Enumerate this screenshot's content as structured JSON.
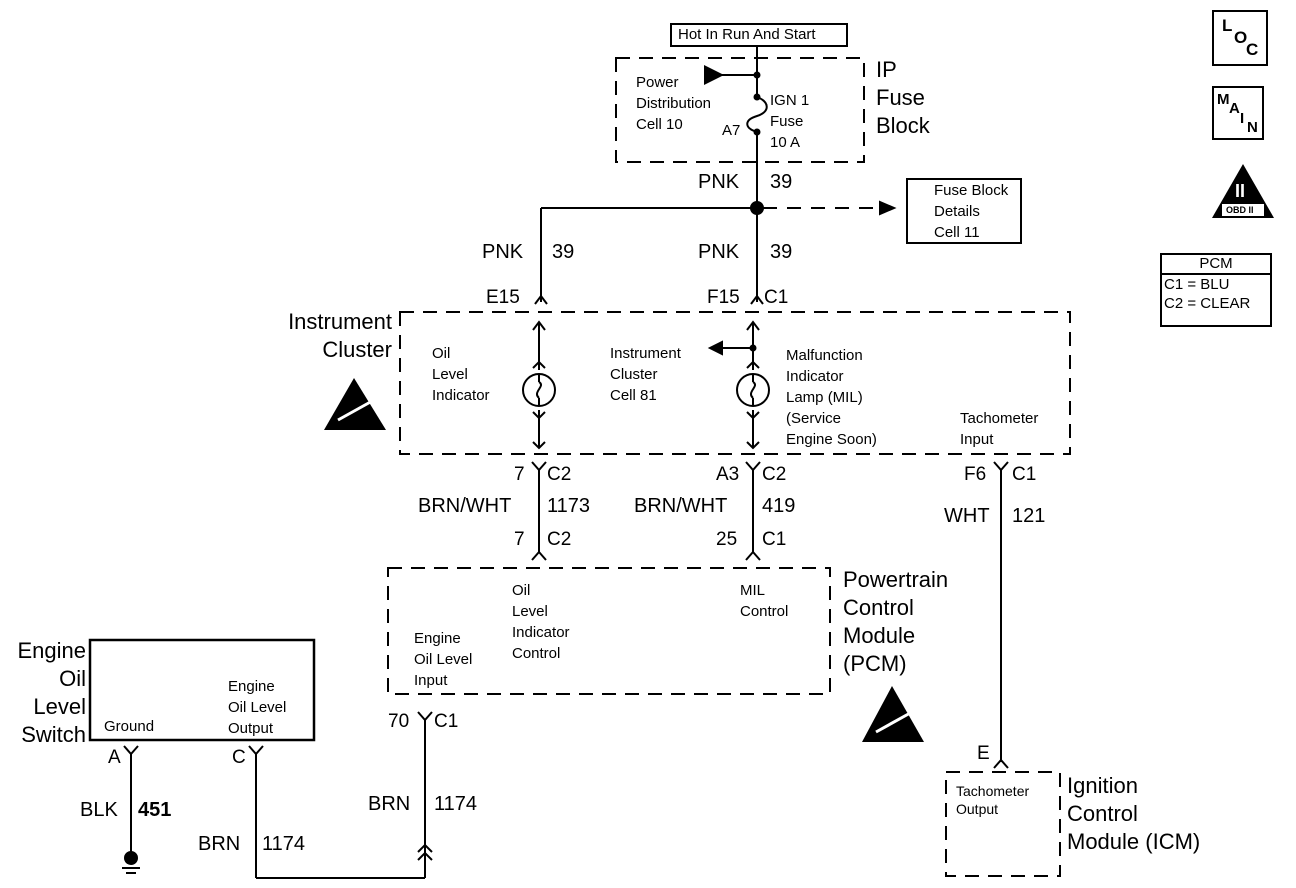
{
  "diagram": {
    "type": "wiring-schematic",
    "power_source": "Hot In Run And Start",
    "ip_fuse_block": {
      "label": [
        "IP",
        "Fuse",
        "Block"
      ],
      "power_distribution": [
        "Power",
        "Distribution",
        "Cell 10"
      ],
      "fuse": [
        "IGN 1",
        "Fuse",
        "10 A"
      ],
      "fuse_terminal": "A7"
    },
    "fuse_block_details": [
      "Fuse Block",
      "Details",
      "Cell 11"
    ],
    "wires": {
      "main": {
        "color": "PNK",
        "circuit": "39"
      },
      "left_branch": {
        "color": "PNK",
        "circuit": "39"
      },
      "right_branch": {
        "color": "PNK",
        "circuit": "39"
      },
      "oil_level_indicator": {
        "color": "BRN/WHT",
        "circuit": "1173"
      },
      "mil": {
        "color": "BRN/WHT",
        "circuit": "419"
      },
      "tachometer": {
        "color": "WHT",
        "circuit": "121"
      },
      "ground": {
        "color": "BLK",
        "circuit": "451"
      },
      "oil_switch_output": {
        "color": "BRN",
        "circuit": "1174"
      },
      "pcm_oil_input": {
        "color": "BRN",
        "circuit": "1174"
      }
    },
    "connectors": {
      "e15": "E15",
      "f15": "F15",
      "f15_conn": "C1",
      "oil_top_pin": "7",
      "oil_top_conn": "C2",
      "oil_bot_pin": "7",
      "oil_bot_conn": "C2",
      "mil_top_pin": "A3",
      "mil_top_conn": "C2",
      "mil_bot_pin": "25",
      "mil_bot_conn": "C1",
      "tach_pin": "F6",
      "tach_conn": "C1",
      "pcm_oil_pin": "70",
      "pcm_oil_conn": "C1",
      "switch_a": "A",
      "switch_c": "C",
      "icm_e": "E"
    },
    "instrument_cluster": {
      "label": [
        "Instrument",
        "Cluster"
      ],
      "oil_level_indicator": [
        "Oil",
        "Level",
        "Indicator"
      ],
      "cell_ref": [
        "Instrument",
        "Cluster",
        "Cell 81"
      ],
      "mil": [
        "Malfunction",
        "Indicator",
        "Lamp (MIL)",
        "(Service",
        "Engine Soon)"
      ],
      "tach_input": [
        "Tachometer",
        "Input"
      ]
    },
    "pcm": {
      "label": [
        "Powertrain",
        "Control",
        "Module",
        "(PCM)"
      ],
      "oil_level_control": [
        "Oil",
        "Level",
        "Indicator",
        "Control"
      ],
      "mil_control": [
        "MIL",
        "Control"
      ],
      "oil_level_input": [
        "Engine",
        "Oil Level",
        "Input"
      ]
    },
    "oil_switch": {
      "label": [
        "Engine",
        "Oil",
        "Level",
        "Switch"
      ],
      "ground": "Ground",
      "output": [
        "Engine",
        "Oil Level",
        "Output"
      ]
    },
    "icm": {
      "label": [
        "Ignition",
        "Control",
        "Module (ICM)"
      ],
      "tach_output": [
        "Tachometer",
        "Output"
      ]
    },
    "legend": {
      "loc": [
        "L",
        "O",
        "C"
      ],
      "main": [
        "M",
        "A",
        "I",
        "N"
      ],
      "obd": {
        "numeral": "II",
        "label": "OBD II"
      },
      "pcm_table": {
        "title": "PCM",
        "rows": [
          "C1 = BLU",
          "C2 = CLEAR"
        ]
      }
    }
  }
}
